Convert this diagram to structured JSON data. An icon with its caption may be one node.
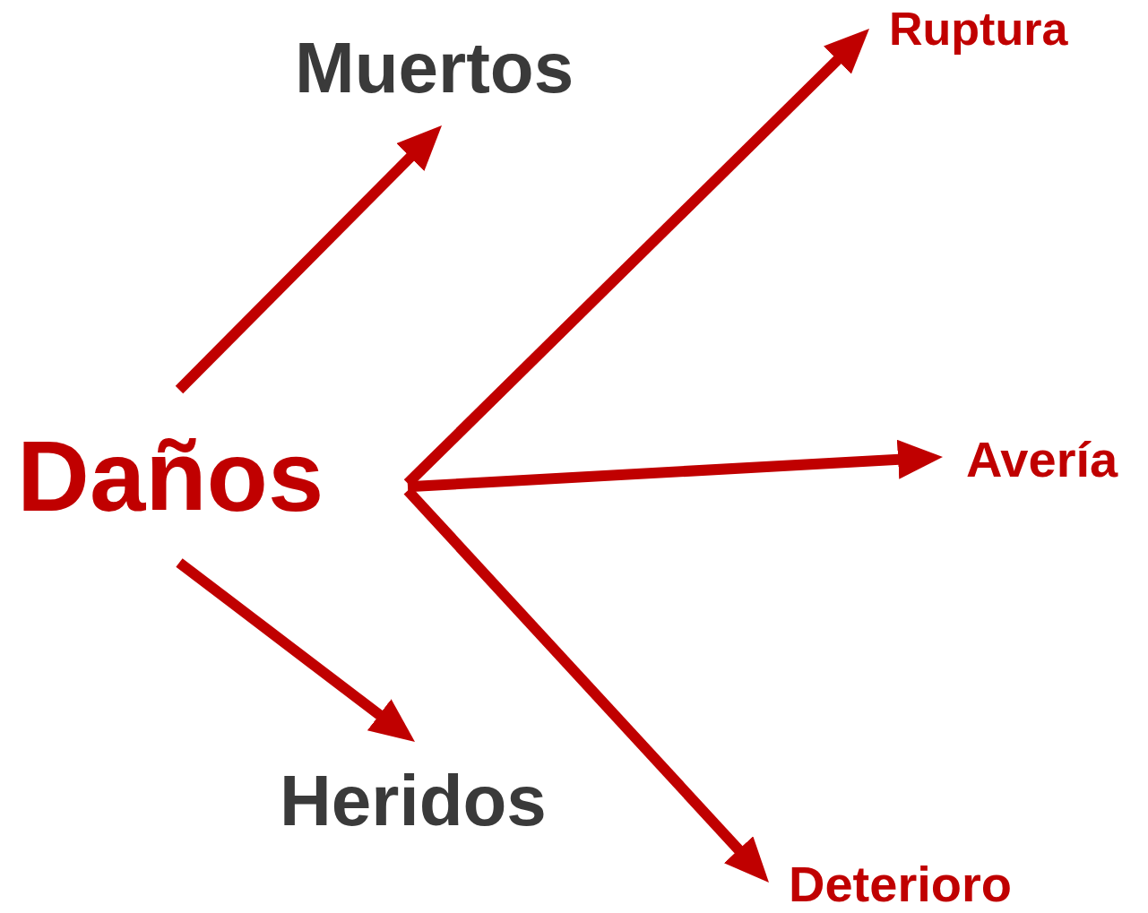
{
  "diagram": {
    "nodes": [
      {
        "text": [
          "Daños"
        ]
      },
      {
        "text": [
          "Muertos"
        ]
      },
      {
        "text": [
          "Ruptura"
        ]
      },
      {
        "text": [
          "Avería"
        ]
      },
      {
        "text": [
          "Heridos"
        ]
      },
      {
        "text": [
          "Deterioro"
        ]
      }
    ],
    "edges": [
      {
        "from": 0,
        "to": 1,
        "arrow": "to"
      },
      {
        "from": 0,
        "to": 2,
        "arrow": "to"
      },
      {
        "from": 0,
        "to": 3,
        "arrow": "to"
      },
      {
        "from": 0,
        "to": 4,
        "arrow": "to"
      },
      {
        "from": 0,
        "to": 5,
        "arrow": "to"
      }
    ]
  }
}
